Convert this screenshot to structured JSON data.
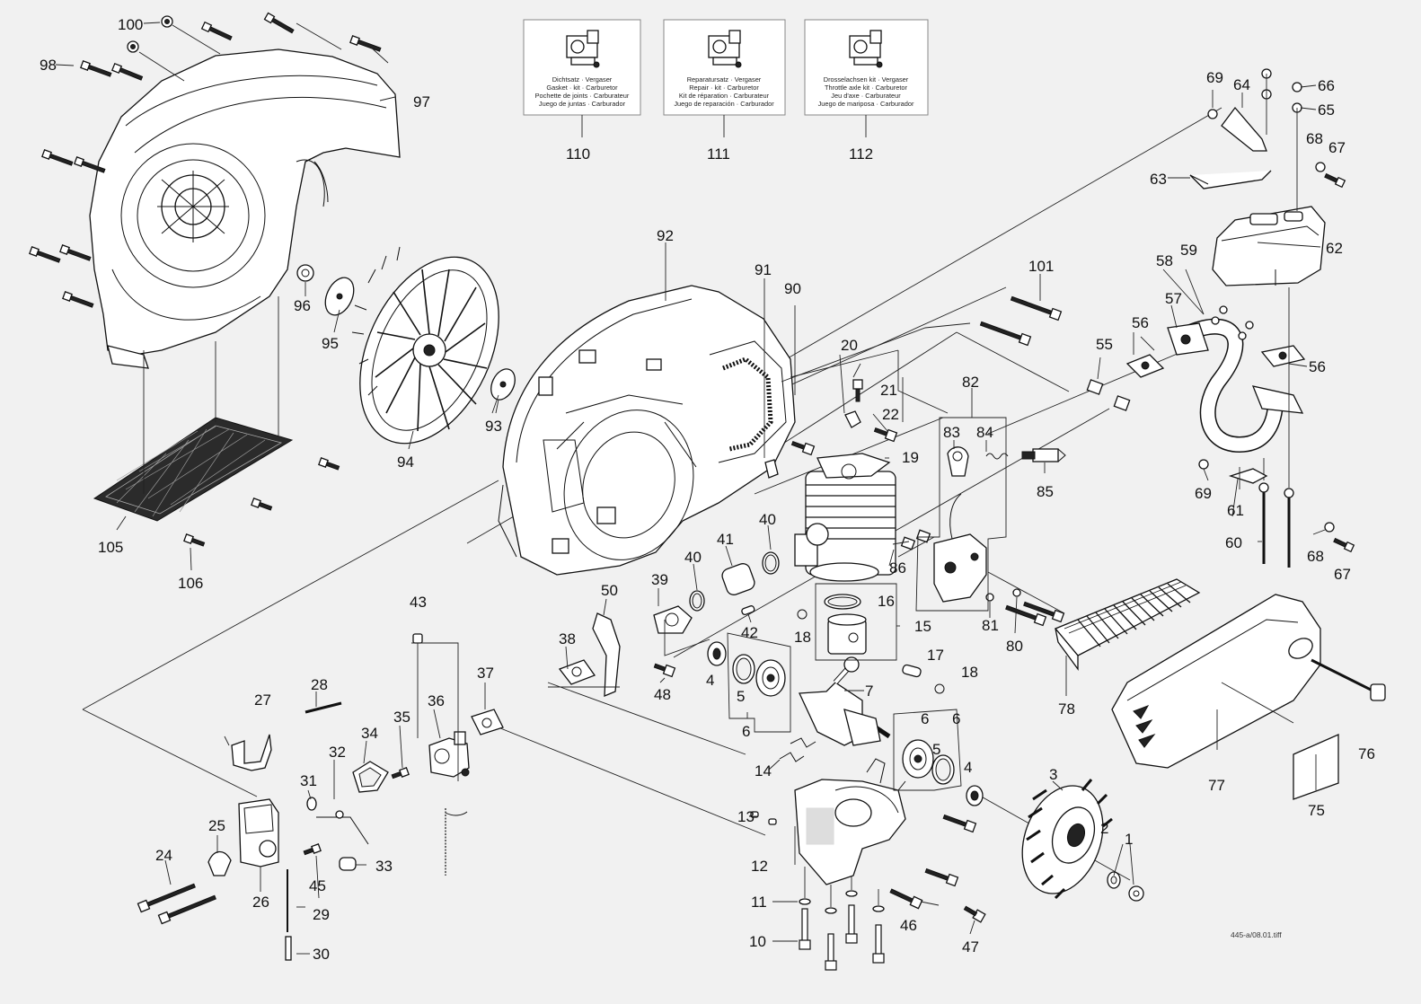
{
  "diagram": {
    "file_ref": "445-a/08.01.tiff",
    "kits": [
      {
        "number": "110",
        "lines": [
          "Dichtsatz · Vergaser",
          "Gasket · kit · Carburetor",
          "Pochette de joints · Carburateur",
          "Juego de juntas · Carburador"
        ]
      },
      {
        "number": "111",
        "lines": [
          "Reparatursatz · Vergaser",
          "Repair · kit · Carburetor",
          "Kit de réparation · Carburateur",
          "Juego de reparación · Carburador"
        ]
      },
      {
        "number": "112",
        "lines": [
          "Drosselachsen kit · Vergaser",
          "Throttle axle kit · Carburetor",
          "Jeu d'axe · Carburateur",
          "Juego de mariposa · Carburador"
        ]
      }
    ],
    "callouts": [
      "1",
      "2",
      "3",
      "4",
      "4",
      "5",
      "5",
      "6",
      "6",
      "6",
      "7",
      "10",
      "11",
      "12",
      "13",
      "14",
      "15",
      "16",
      "17",
      "18",
      "18",
      "19",
      "20",
      "21",
      "22",
      "24",
      "25",
      "26",
      "27",
      "28",
      "29",
      "30",
      "31",
      "32",
      "33",
      "34",
      "35",
      "36",
      "37",
      "38",
      "39",
      "40",
      "40",
      "41",
      "42",
      "43",
      "45",
      "46",
      "47",
      "48",
      "50",
      "55",
      "56",
      "56",
      "57",
      "58",
      "59",
      "60",
      "61",
      "62",
      "63",
      "64",
      "65",
      "66",
      "67",
      "67",
      "68",
      "68",
      "69",
      "69",
      "75",
      "76",
      "77",
      "78",
      "80",
      "81",
      "82",
      "83",
      "84",
      "85",
      "86",
      "90",
      "91",
      "92",
      "93",
      "94",
      "95",
      "96",
      "97",
      "98",
      "100",
      "101",
      "105",
      "106"
    ]
  },
  "colors": {
    "background": "#f1f1f1",
    "ink": "#111111",
    "kit_border": "#888888"
  }
}
